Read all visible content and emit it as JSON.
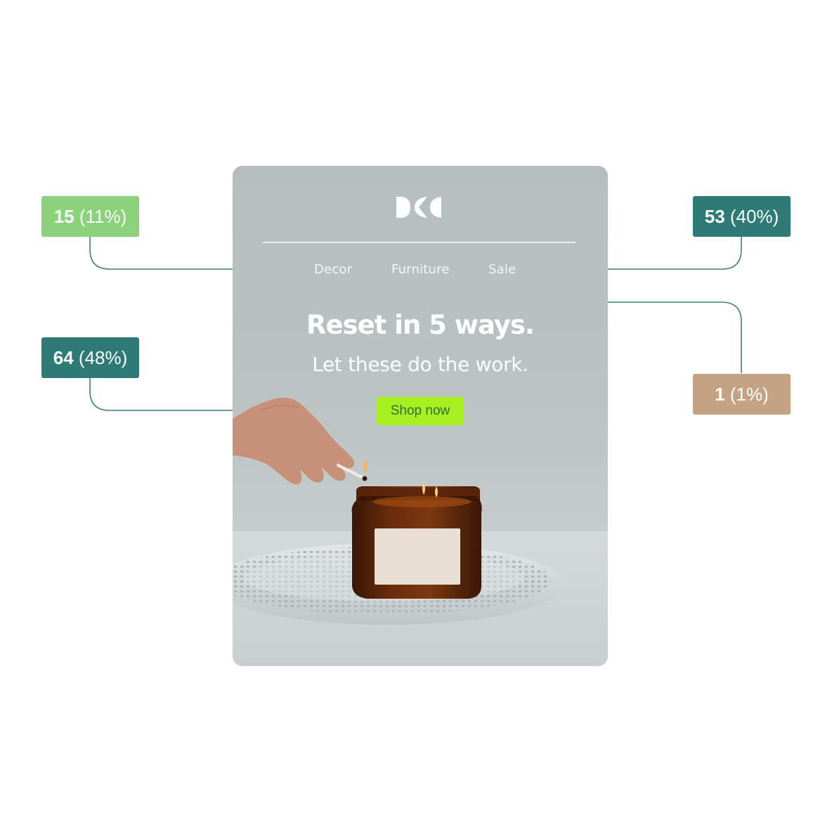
{
  "email": {
    "nav": [
      "Decor",
      "Furniture",
      "Sale"
    ],
    "headline": "Reset in 5 ways.",
    "subheadline": "Let these do the work.",
    "cta_label": "Shop now"
  },
  "badges": {
    "decor": {
      "count": "15",
      "percent": "(11%)",
      "color": "#8ad37a"
    },
    "sale": {
      "count": "53",
      "percent": "(40%)",
      "color": "#2d7a76"
    },
    "shop_now": {
      "count": "64",
      "percent": "(48%)",
      "color": "#2d7a76"
    },
    "furniture": {
      "count": "1",
      "percent": "(1%)",
      "color": "#c4a385"
    }
  },
  "colors": {
    "connector": "#3f7f7b",
    "cta_background": "#a8ef1f",
    "cta_text": "#2e6e3a"
  }
}
